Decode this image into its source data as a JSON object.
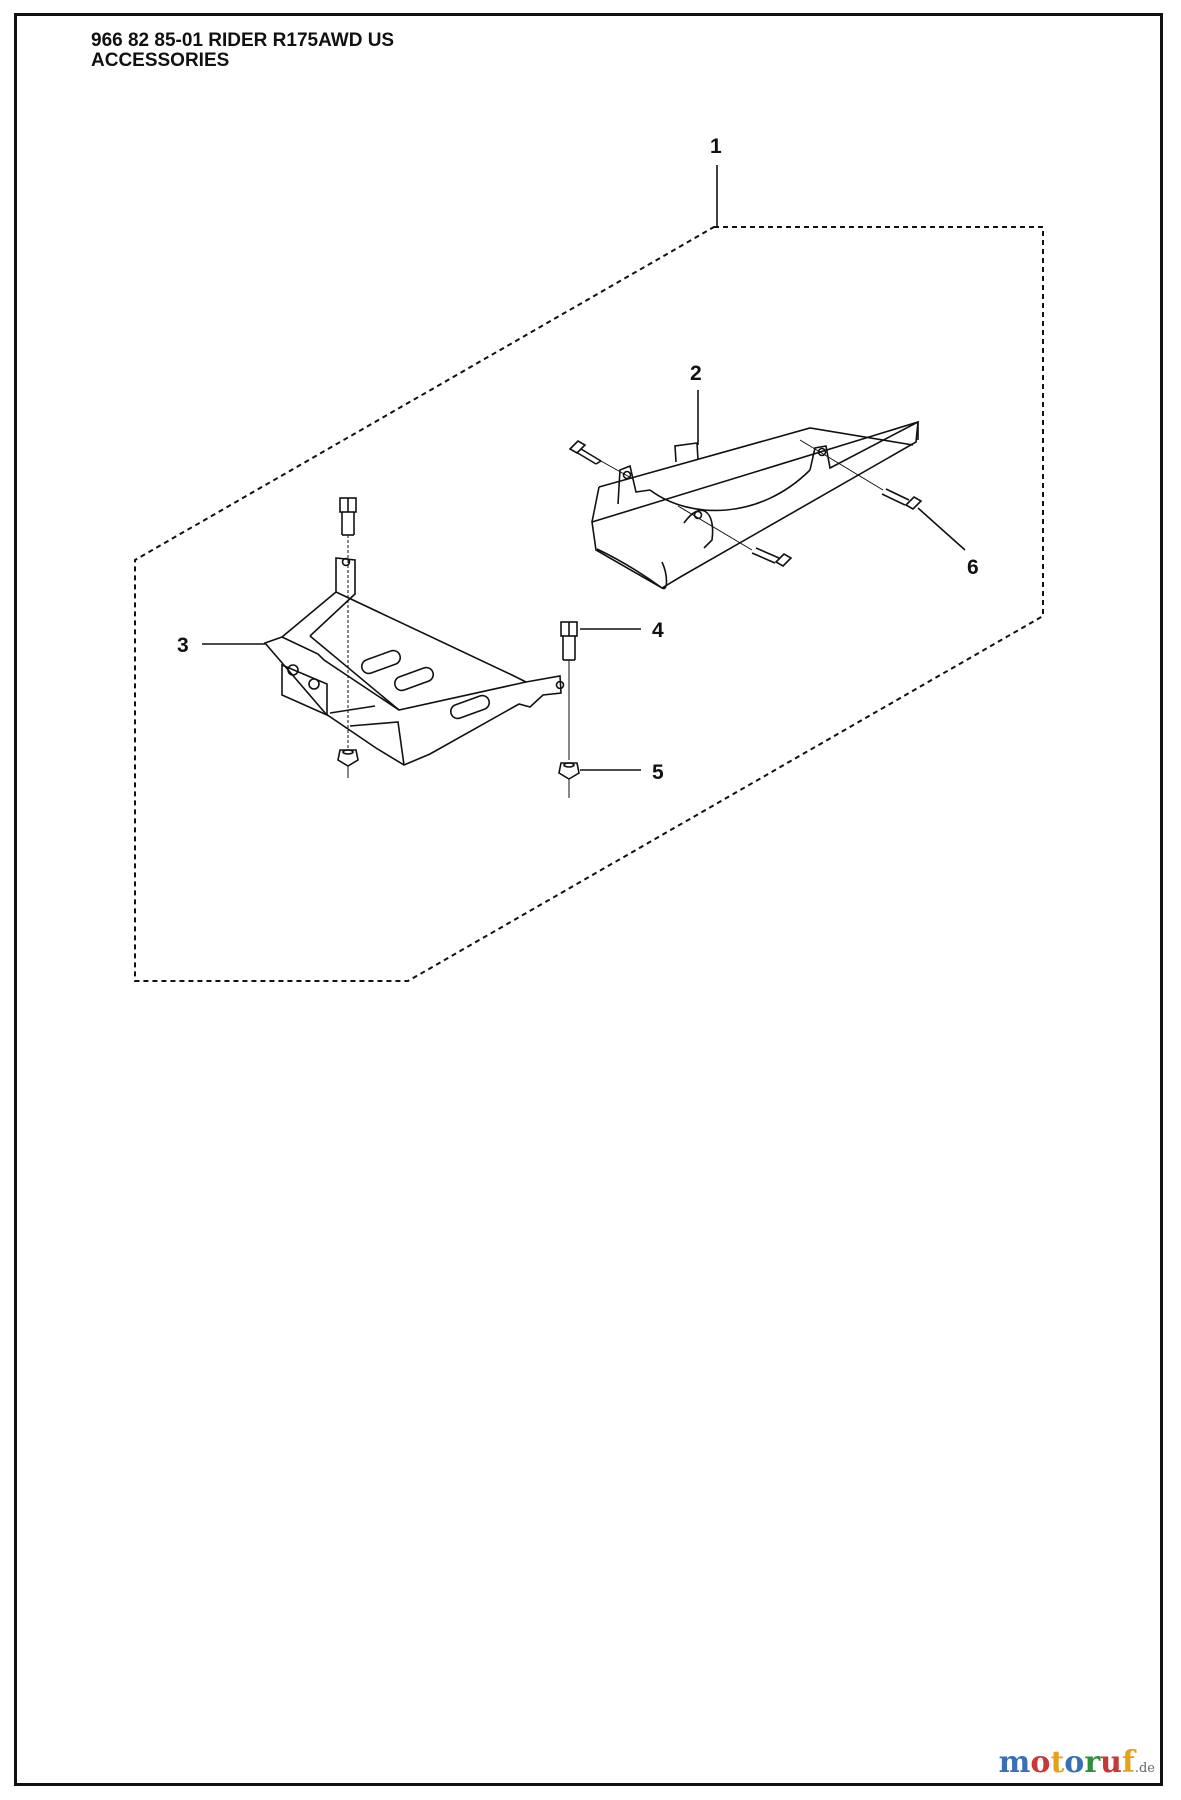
{
  "header": {
    "line1": "966 82 85-01 RIDER R175AWD US",
    "line2": "ACCESSORIES"
  },
  "callouts": {
    "c1": "1",
    "c2": "2",
    "c3": "3",
    "c4": "4",
    "c5": "5",
    "c6": "6"
  },
  "watermark": {
    "letters": [
      "m",
      "o",
      "t",
      "o",
      "r",
      "u",
      "f"
    ],
    "colors": [
      "#3a6fb5",
      "#c8373a",
      "#e3a21a",
      "#3a6fb5",
      "#2f8f3a",
      "#c8373a",
      "#e3a21a"
    ],
    "suffix": ".de"
  }
}
